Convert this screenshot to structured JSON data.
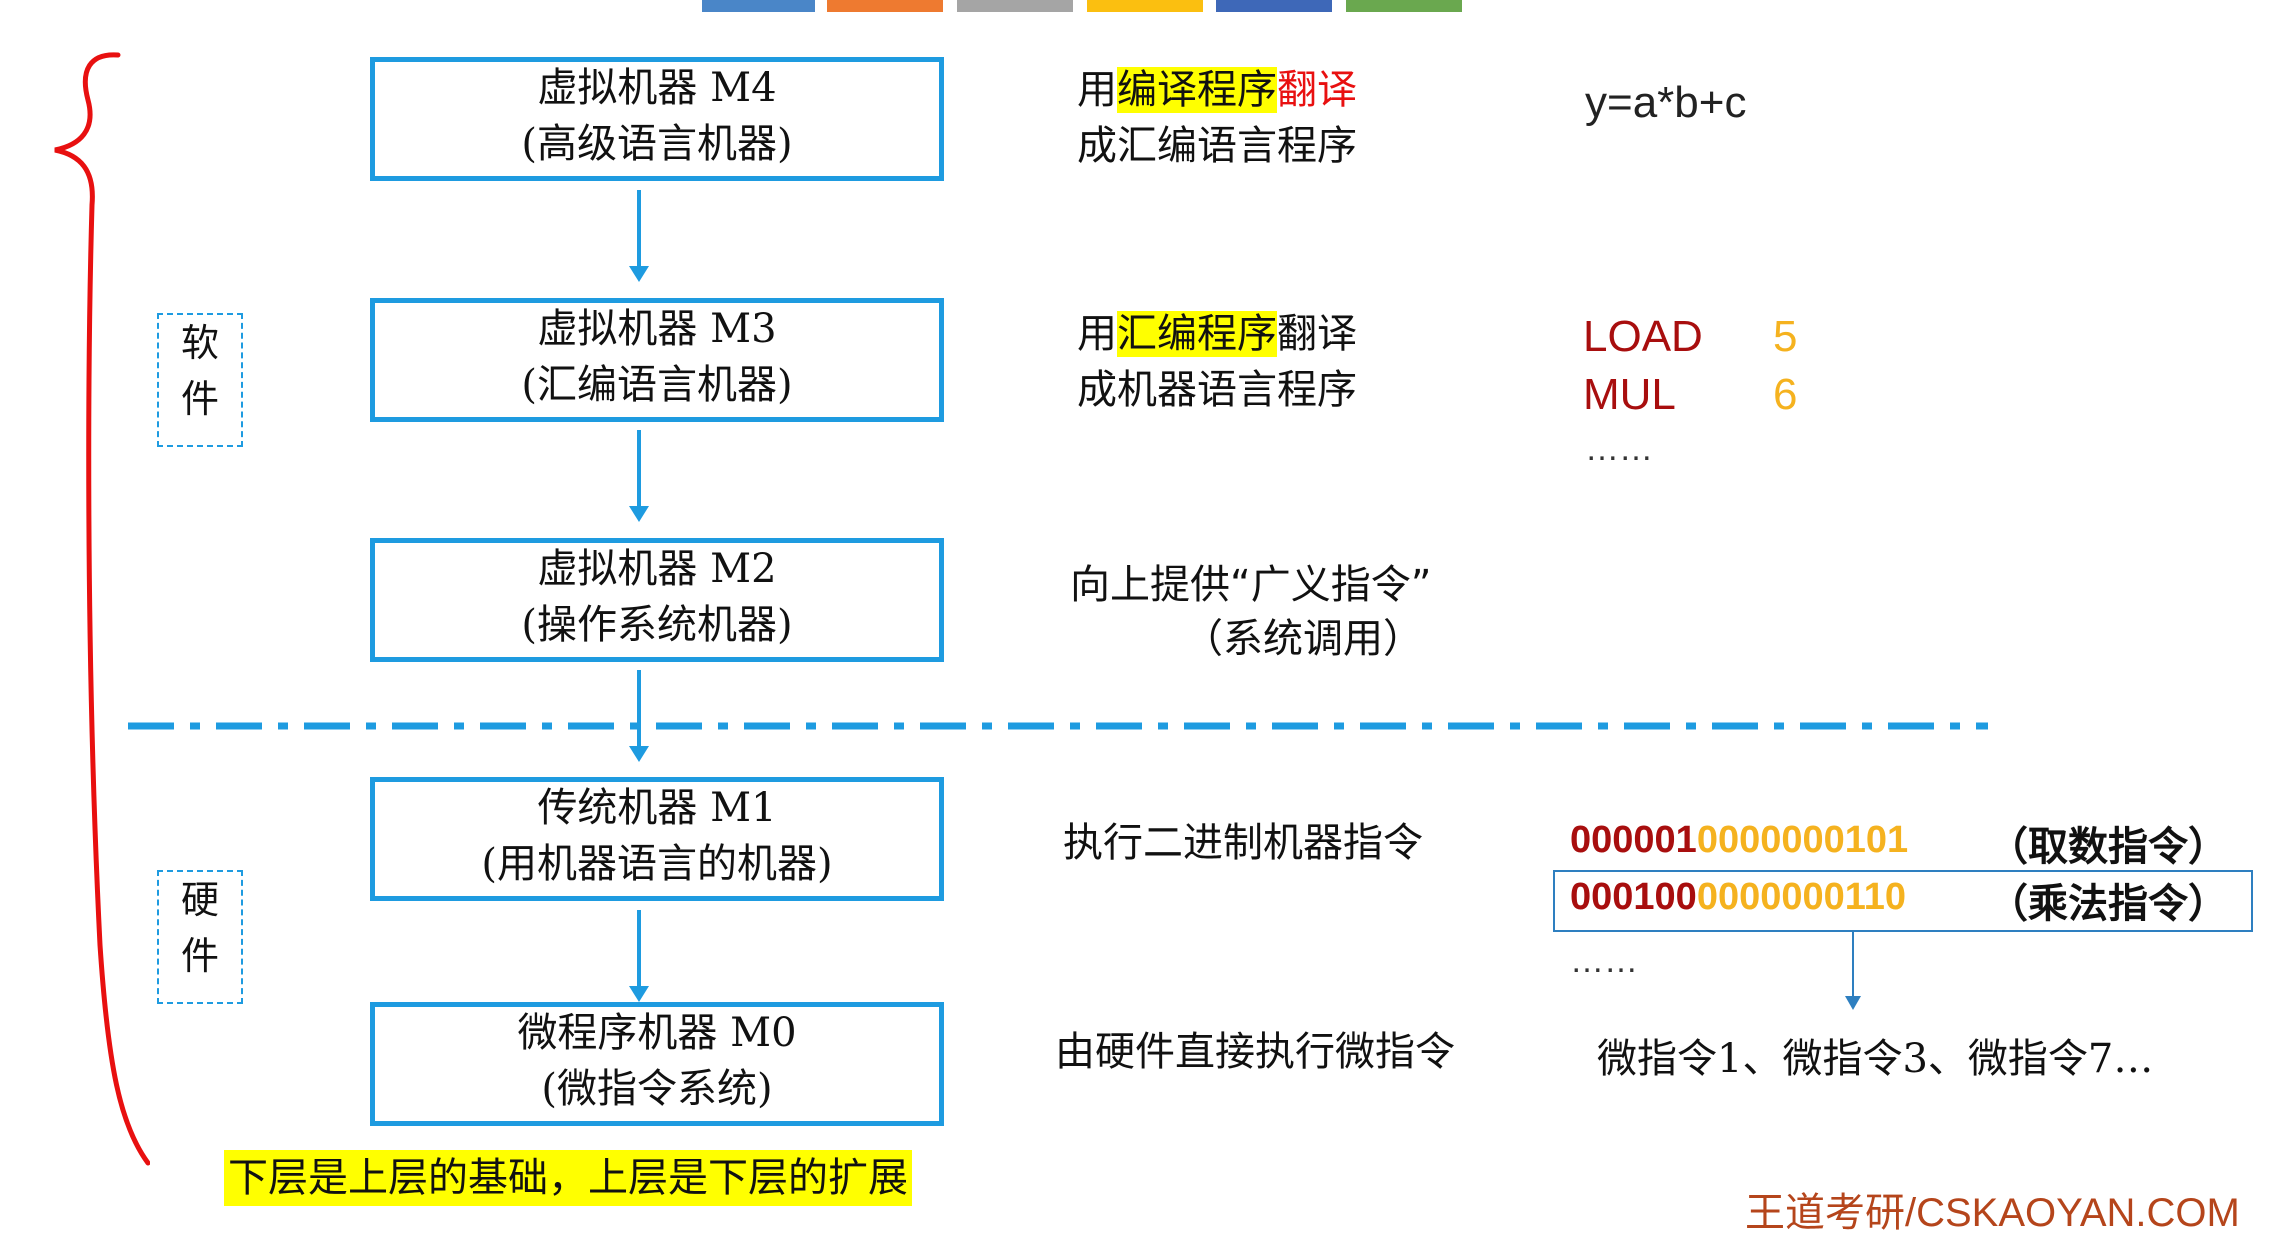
{
  "top_strip_colors": [
    "#4a86c8",
    "#ee7a30",
    "#a5a5a5",
    "#fbbf10",
    "#3e68b8",
    "#6aa84f"
  ],
  "levels": [
    {
      "title": "虚拟机器 M4",
      "subtitle": "(高级语言机器)"
    },
    {
      "title": "虚拟机器 M3",
      "subtitle": "(汇编语言机器)"
    },
    {
      "title": "虚拟机器 M2",
      "subtitle": "(操作系统机器)"
    },
    {
      "title": "传统机器 M1",
      "subtitle": "(用机器语言的机器)"
    },
    {
      "title": "微程序机器 M0",
      "subtitle": "(微指令系统)"
    }
  ],
  "descriptions": {
    "m4": {
      "p1": "用",
      "hl": "编译程序",
      "red": "翻译",
      "line2": "成汇编语言程序"
    },
    "m3": {
      "p1": "用",
      "hl": "汇编程序",
      "tail": "翻译",
      "line2": "成机器语言程序"
    },
    "m2": {
      "line1": "向上提供“广义指令”",
      "line2": "（系统调用）"
    },
    "m1": "执行二进制机器指令",
    "m0": "由硬件直接执行微指令"
  },
  "tags": {
    "software": [
      "软",
      "件"
    ],
    "hardware": [
      "硬",
      "件"
    ]
  },
  "examples": {
    "expr": "y=a*b+c",
    "asm": [
      {
        "op": "LOAD",
        "arg": "5"
      },
      {
        "op": "MUL",
        "arg": "6"
      }
    ],
    "asm_more": "……",
    "binary": [
      {
        "opcode": "000001",
        "operand": "0000000101",
        "note": "（取数指令）"
      },
      {
        "opcode": "000100",
        "operand": "0000000110",
        "note": "（乘法指令）"
      }
    ],
    "binary_more": "……",
    "micro": "微指令1、微指令3、微指令7…"
  },
  "footer_note": "下层是上层的基础，上层是下层的扩展",
  "watermark": "王道考研/CSKAOYAN.COM",
  "colors": {
    "box_border": "#1e9be0",
    "highlight": "#ffff00",
    "brace": "#e81010",
    "opcode": "#a80e0e",
    "operand": "#f5b21f",
    "watermark": "#b5451b"
  }
}
